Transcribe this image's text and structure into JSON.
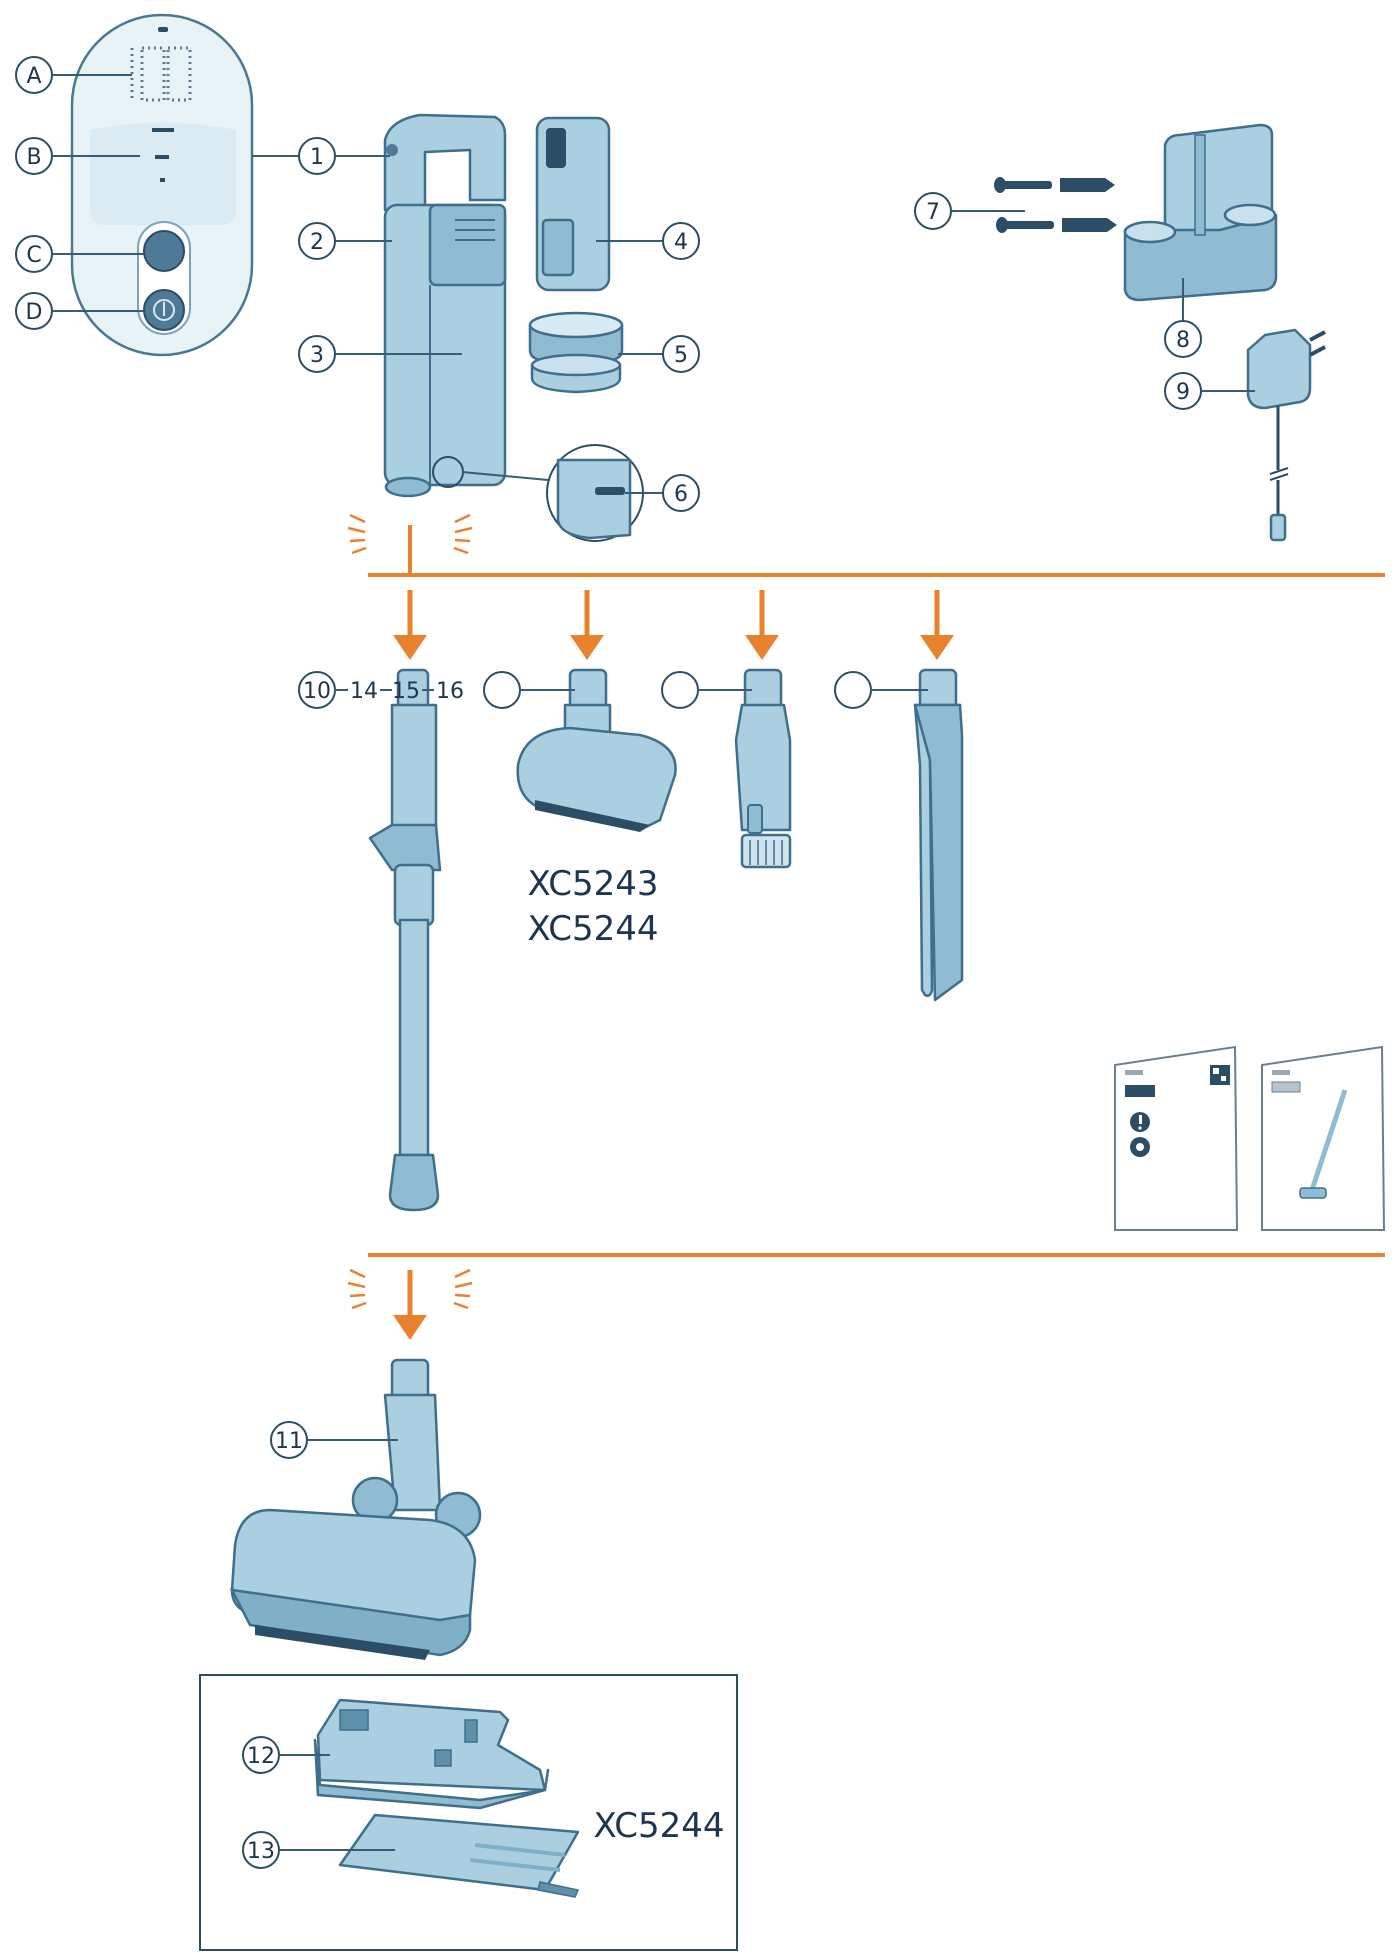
{
  "colors": {
    "accent": "#e9822e",
    "part_fill": "#a9cfe0",
    "outline": "#3f6f8c",
    "text": "#1e3550"
  },
  "display_letters": {
    "a": "A",
    "b": "B",
    "c": "C",
    "d": "D"
  },
  "part_numbers": {
    "n1": "1",
    "n2": "2",
    "n3": "3",
    "n4": "4",
    "n5": "5",
    "n6": "6",
    "n7": "7",
    "n8": "8",
    "n9": "9",
    "n11": "11",
    "n12": "12",
    "n13": "13"
  },
  "tube_labels": {
    "n10": "10",
    "n14": "14",
    "n15": "15",
    "n16": "16"
  },
  "models": {
    "mini_brush_line1": "XC5243",
    "mini_brush_line2": "XC5244",
    "mop_kit": "XC5244"
  },
  "icons": {
    "power": "power-icon",
    "warning": "warning-icon",
    "qr": "qr-code-icon"
  }
}
